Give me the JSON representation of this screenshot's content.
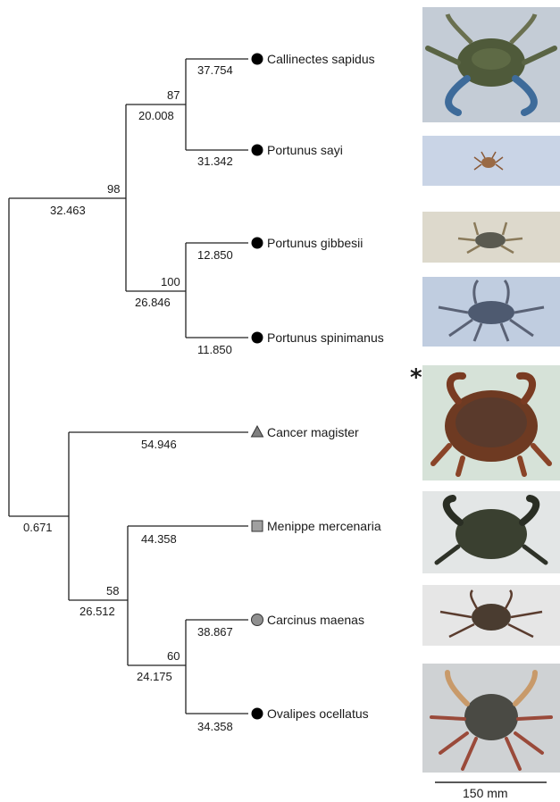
{
  "tree": {
    "taxa": [
      {
        "name": "Callinectes sapidus",
        "marker": "circle",
        "color": "#000000",
        "photo": "blue-crab-photo"
      },
      {
        "name": "Portunus sayi",
        "marker": "circle",
        "color": "#000000",
        "photo": "sargassum-crab-photo"
      },
      {
        "name": "Portunus gibbesii",
        "marker": "circle",
        "color": "#000000",
        "photo": "iridescent-swimming-crab-photo"
      },
      {
        "name": "Portunus spinimanus",
        "marker": "circle",
        "color": "#000000",
        "photo": "blotched-swimming-crab-photo"
      },
      {
        "name": "Cancer magister",
        "marker": "triangle",
        "color": "#808080",
        "photo": "dungeness-crab-photo"
      },
      {
        "name": "Menippe mercenaria",
        "marker": "square",
        "color": "#a0a0a0",
        "photo": "stone-crab-photo"
      },
      {
        "name": "Carcinus maenas",
        "marker": "circle",
        "color": "#909090",
        "photo": "green-crab-photo"
      },
      {
        "name": "Ovalipes ocellatus",
        "marker": "circle",
        "color": "#000000",
        "photo": "lady-crab-photo"
      }
    ],
    "terminal_branch_lengths": [
      "37.754",
      "31.342",
      "12.850",
      "11.850",
      "54.946",
      "44.358",
      "38.867",
      "34.358"
    ],
    "internal_nodes": [
      {
        "id": "n_cs_ps",
        "support": "87",
        "branch_length": "20.008"
      },
      {
        "id": "n_pg_psp",
        "support": "100",
        "branch_length": "26.846"
      },
      {
        "id": "n_portunids",
        "support": "98",
        "branch_length": "32.463"
      },
      {
        "id": "n_cm_ov",
        "support": "60",
        "branch_length": "24.175"
      },
      {
        "id": "n_mm_cm_ov",
        "support": "58",
        "branch_length": "26.512"
      },
      {
        "id": "n_cancer_rest",
        "support": "",
        "branch_length": "0.671"
      }
    ]
  },
  "photos": {
    "asterisk": "*",
    "scale_bar_label": "150 mm"
  },
  "colors": {
    "line": "#222222",
    "photo_bg_blue": "#c9d4e6",
    "photo_bg_gray": "#d9dadc",
    "crab_dark": "#4a5236",
    "crab_brown": "#7a3b22"
  }
}
